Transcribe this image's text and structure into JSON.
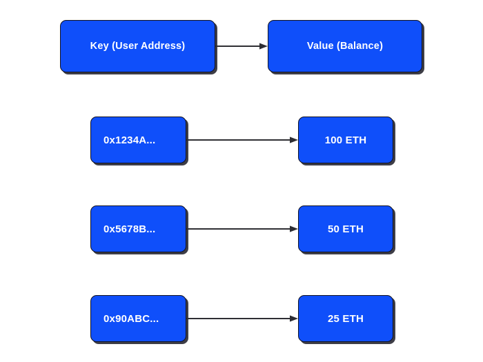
{
  "diagram": {
    "title_row": {
      "key_label": "Key (User Address)",
      "value_label": "Value (Balance)"
    },
    "entries": [
      {
        "key": "0x1234A...",
        "value": "100 ETH"
      },
      {
        "key": "0x5678B...",
        "value": "50 ETH"
      },
      {
        "key": "0x90ABC...",
        "value": "25 ETH"
      }
    ],
    "colors": {
      "node_fill": "#0f4ffa",
      "node_border": "#12121f",
      "node_text": "#ffffff",
      "arrow": "#2e2e33",
      "background": "#ffffff"
    }
  }
}
